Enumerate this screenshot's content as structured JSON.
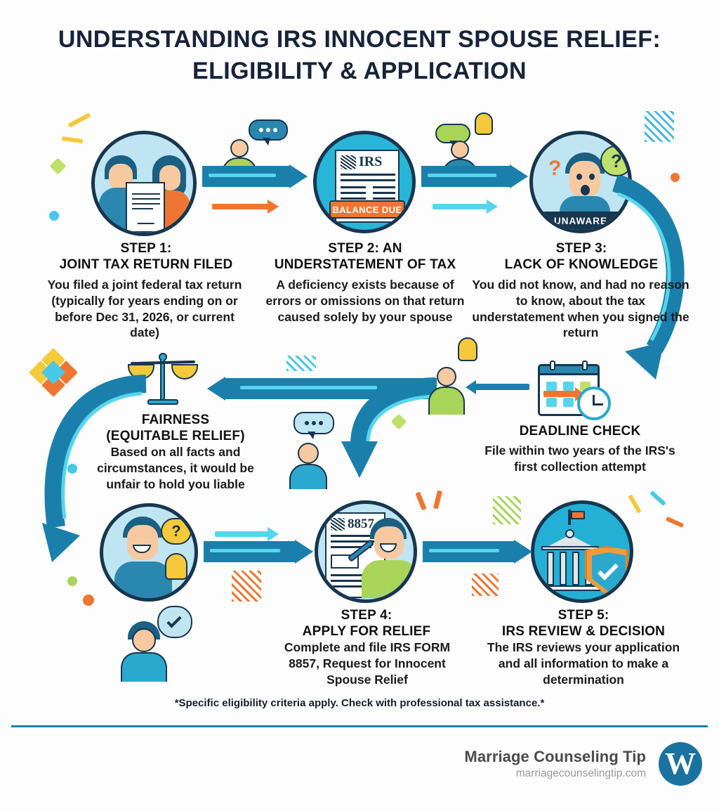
{
  "title": {
    "line1": "UNDERSTANDING IRS INNOCENT SPOUSE RELIEF:",
    "line2": "ELIGIBILITY & APPLICATION"
  },
  "steps": [
    {
      "id": "step-1",
      "heading_line1": "STEP 1:",
      "heading_line2": "JOINT TAX RETURN FILED",
      "body": "You filed a joint federal tax return (typically for years ending on or before Dec 31, 2026, or current date)",
      "icon": "couple-signing-document-icon"
    },
    {
      "id": "step-2",
      "heading_line1": "STEP 2: AN",
      "heading_line2": "UNDERSTATEMENT OF TAX",
      "body": "A deficiency exists because of errors or omissions on that return caused solely by your spouse",
      "icon": "irs-notice-document-icon",
      "doc_label": "IRS",
      "doc_banner": "BALANCE DUE"
    },
    {
      "id": "step-3",
      "heading_line1": "STEP 3:",
      "heading_line2": "LACK OF KNOWLEDGE",
      "body": "You did not know, and had no reason to know, about the tax understatement when you signed the return",
      "icon": "confused-person-icon",
      "badge": "UNAWARE"
    },
    {
      "id": "deadline",
      "heading_line1": "",
      "heading_line2": "DEADLINE CHECK",
      "body": "File within two years of the IRS's first collection attempt",
      "icon": "calendar-clock-icon"
    },
    {
      "id": "fairness",
      "heading_line1": "FAIRNESS",
      "heading_line2": "(EQUITABLE RELIEF)",
      "body": "Based on all facts and circumstances, it would be unfair to hold you liable",
      "icon": "balance-scales-icon"
    },
    {
      "id": "step-4",
      "heading_line1": "STEP 4:",
      "heading_line2": "APPLY FOR RELIEF",
      "body": "Complete and file IRS FORM 8857, Request for Innocent Spouse Relief",
      "icon": "form-8857-icon",
      "doc_label": "8857"
    },
    {
      "id": "step-5",
      "heading_line1": "STEP 5:",
      "heading_line2": "IRS REVIEW & DECISION",
      "body": "The IRS reviews your application and all information to make a determination",
      "icon": "government-building-shield-icon"
    }
  ],
  "disclaimer": "*Specific eligibility criteria apply. Check with professional tax assistance.*",
  "footer": {
    "brand": "Marriage Counseling Tip",
    "url": "marriagecounselingtip.com",
    "logo_glyph": "W",
    "logo_name": "wordpress-logo-icon"
  },
  "colors": {
    "navy": "#17364f",
    "title_navy": "#16233a",
    "blue": "#1b7fac",
    "cyan": "#27b6d8",
    "light_cyan": "#56d6ec",
    "pale_blue": "#bfe4f2",
    "orange": "#ef7632",
    "yellow": "#f5c93a",
    "green": "#a8d45a",
    "skin": "#f7c9a0",
    "footer_gray": "#4b4b4b",
    "url_gray": "#9a9a9a"
  }
}
